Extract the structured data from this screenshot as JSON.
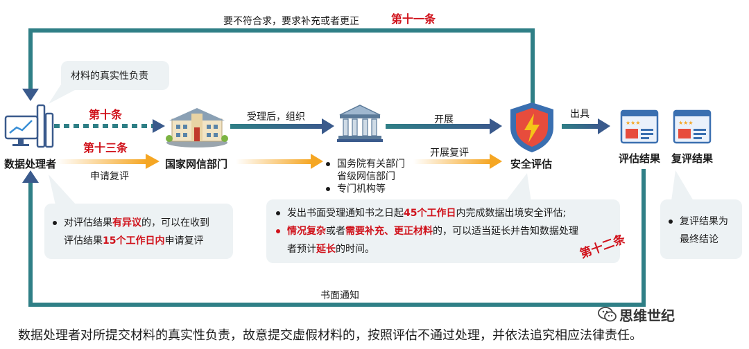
{
  "colors": {
    "teal": "#2f7f86",
    "navy": "#3a5a8c",
    "orange": "#f5a623",
    "red": "#d0121b",
    "bubble": "#edf2f4"
  },
  "top_loop": {
    "label": "要不符合求，要求补充或者更正",
    "article": "第十一条"
  },
  "bubble_truthful": "材料的真实性负责",
  "nodes": {
    "data_handler": "数据处理者",
    "cac": "国家网信部门",
    "security_assessment": "安全评估",
    "result": "评估结果",
    "re_result": "复评结果"
  },
  "gov_list": [
    "国务院有关部门",
    "省级网信部门",
    "专门机构等"
  ],
  "edges": {
    "article10": "第十条",
    "article13": "第十三条",
    "apply_review": "申请复评",
    "accept_organize": "受理后，组织",
    "carry_out": "开展",
    "carry_out_review": "开展复评",
    "issue": "出具",
    "written_notice": "书面通知",
    "article12": "第十二条"
  },
  "bubble_objection": {
    "p1": "对评估结果",
    "p2": "有异议",
    "p3": "的，可以在收到",
    "p4": "评估结果",
    "p5": "15个工作日内",
    "p6": "申请复评"
  },
  "bubble_timeline": {
    "a1": "发出书面受理通知书之日起",
    "a2": "45个工作日",
    "a3": "内完成数据出境安全评估;",
    "b1": "情况复杂",
    "b2": "或者",
    "b3": "需要补充、更正材料",
    "b4": "的，可以适当延长并告知数据处理",
    "c1": "者预计",
    "c2": "延长",
    "c3": "的时间。"
  },
  "bubble_final": {
    "line1": "复评结果为",
    "line2": "最终结论"
  },
  "watermark": "思维世纪",
  "footer": "数据处理者对所提交材料的真实性负责，故意提交虚假材料的，按照评估不通过处理，并依法追究相应法律责任。",
  "icons": [
    "computer-chart-icon",
    "building-icon",
    "government-pillars-icon",
    "shield-lightning-icon",
    "report-document-icon",
    "review-document-icon",
    "wechat-icon"
  ]
}
